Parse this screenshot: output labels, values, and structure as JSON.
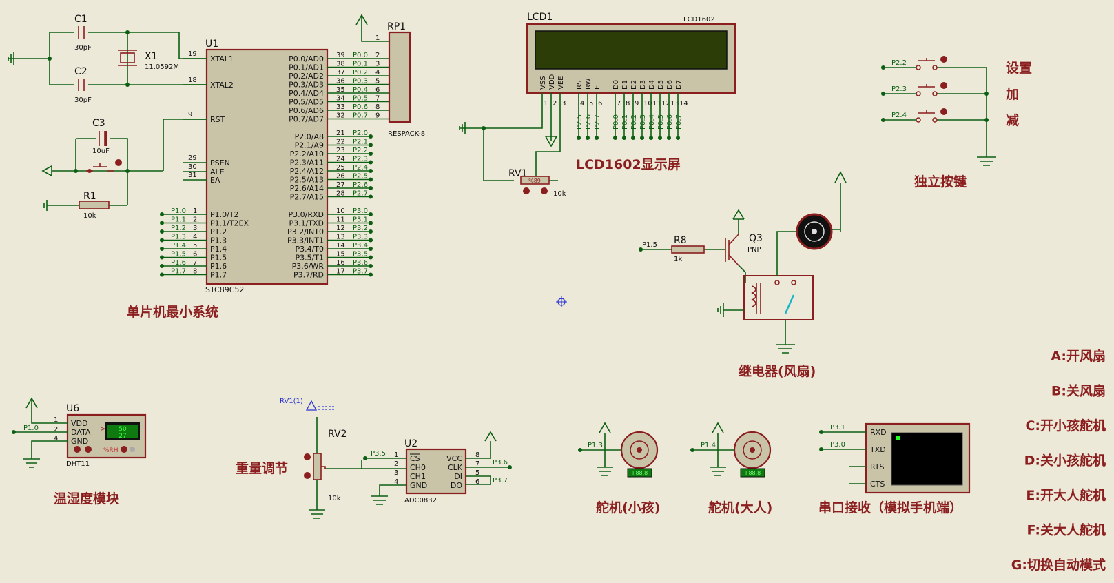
{
  "mcu": {
    "ref": "U1",
    "part": "STC89C52",
    "caption": "单片机最小系统",
    "left_pins": [
      {
        "num": "19",
        "name": "XTAL1"
      },
      {
        "num": "18",
        "name": "XTAL2"
      },
      {
        "num": "9",
        "name": "RST"
      },
      {
        "num": "29",
        "name": "PSEN"
      },
      {
        "num": "30",
        "name": "ALE"
      },
      {
        "num": "31",
        "name": "EA"
      }
    ],
    "p1_pins": [
      {
        "num": "1",
        "name": "P1.0/T2",
        "net": "P1.0"
      },
      {
        "num": "2",
        "name": "P1.1/T2EX",
        "net": "P1.1"
      },
      {
        "num": "3",
        "name": "P1.2",
        "net": "P1.2"
      },
      {
        "num": "4",
        "name": "P1.3",
        "net": "P1.3"
      },
      {
        "num": "5",
        "name": "P1.4",
        "net": "P1.4"
      },
      {
        "num": "6",
        "name": "P1.5",
        "net": "P1.5"
      },
      {
        "num": "7",
        "name": "P1.6",
        "net": "P1.6"
      },
      {
        "num": "8",
        "name": "P1.7",
        "net": "P1.7"
      }
    ],
    "p0_pins": [
      {
        "num": "39",
        "name": "P0.0/AD0",
        "net": "P0.0"
      },
      {
        "num": "38",
        "name": "P0.1/AD1",
        "net": "P0.1"
      },
      {
        "num": "37",
        "name": "P0.2/AD2",
        "net": "P0.2"
      },
      {
        "num": "36",
        "name": "P0.3/AD3",
        "net": "P0.3"
      },
      {
        "num": "35",
        "name": "P0.4/AD4",
        "net": "P0.4"
      },
      {
        "num": "34",
        "name": "P0.5/AD5",
        "net": "P0.5"
      },
      {
        "num": "33",
        "name": "P0.6/AD6",
        "net": "P0.6"
      },
      {
        "num": "32",
        "name": "P0.7/AD7",
        "net": "P0.7"
      }
    ],
    "p2_pins": [
      {
        "num": "21",
        "name": "P2.0/A8",
        "net": "P2.0"
      },
      {
        "num": "22",
        "name": "P2.1/A9",
        "net": "P2.1"
      },
      {
        "num": "23",
        "name": "P2.2/A10",
        "net": "P2.2"
      },
      {
        "num": "24",
        "name": "P2.3/A11",
        "net": "P2.3"
      },
      {
        "num": "25",
        "name": "P2.4/A12",
        "net": "P2.4"
      },
      {
        "num": "26",
        "name": "P2.5/A13",
        "net": "P2.5"
      },
      {
        "num": "27",
        "name": "P2.6/A14",
        "net": "P2.6"
      },
      {
        "num": "28",
        "name": "P2.7/A15",
        "net": "P2.7"
      }
    ],
    "p3_pins": [
      {
        "num": "10",
        "name": "P3.0/RXD",
        "net": "P3.0"
      },
      {
        "num": "11",
        "name": "P3.1/TXD",
        "net": "P3.1"
      },
      {
        "num": "12",
        "name": "P3.2/INT0",
        "net": "P3.2"
      },
      {
        "num": "13",
        "name": "P3.3/INT1",
        "net": "P3.3"
      },
      {
        "num": "14",
        "name": "P3.4/T0",
        "net": "P3.4"
      },
      {
        "num": "15",
        "name": "P3.5/T1",
        "net": "P3.5"
      },
      {
        "num": "16",
        "name": "P3.6/WR",
        "net": "P3.6"
      },
      {
        "num": "17",
        "name": "P3.7/RD",
        "net": "P3.7"
      }
    ]
  },
  "clock": {
    "c1": {
      "ref": "C1",
      "value": "30pF"
    },
    "c2": {
      "ref": "C2",
      "value": "30pF"
    },
    "x1": {
      "ref": "X1",
      "value": "11.0592M"
    }
  },
  "reset": {
    "c3": {
      "ref": "C3",
      "value": "10uF"
    },
    "r1": {
      "ref": "R1",
      "value": "10k"
    }
  },
  "respack": {
    "ref": "RP1",
    "part": "RESPACK-8",
    "pin_common": "1",
    "pins": [
      "2",
      "3",
      "4",
      "5",
      "6",
      "7",
      "8",
      "9"
    ]
  },
  "lcd": {
    "ref": "LCD1",
    "part": "LCD1602",
    "caption": "LCD1602显示屏",
    "pin_names": [
      "VSS",
      "VDD",
      "VEE",
      "RS",
      "RW",
      "E",
      "D0",
      "D1",
      "D2",
      "D3",
      "D4",
      "D5",
      "D6",
      "D7"
    ],
    "pin_nums": [
      "1",
      "2",
      "3",
      "4",
      "5",
      "6",
      "7",
      "8",
      "9",
      "10",
      "11",
      "12",
      "13",
      "14"
    ],
    "nets": [
      "P2.5",
      "P2.6",
      "P2.7",
      "P0.0",
      "P0.1",
      "P0.2",
      "P0.3",
      "P0.4",
      "P0.5",
      "P0.6",
      "P0.7"
    ]
  },
  "rv1": {
    "ref": "RV1",
    "value": "10k",
    "display": "%89"
  },
  "keys": {
    "caption": "独立按键",
    "nets": [
      "P2.2",
      "P2.3",
      "P2.4"
    ],
    "labels": [
      "设置",
      "加",
      "减"
    ]
  },
  "relay": {
    "caption": "继电器(风扇)",
    "r8": {
      "ref": "R8",
      "value": "1k",
      "net": "P1.5"
    },
    "q3": {
      "ref": "Q3",
      "type": "PNP"
    }
  },
  "dht": {
    "ref": "U6",
    "part": "DHT11",
    "pins": [
      {
        "num": "1",
        "name": "VDD"
      },
      {
        "num": "2",
        "name": "DATA"
      },
      {
        "num": "4",
        "name": "GND"
      }
    ],
    "net": "P1.0",
    "display_top": "50",
    "display_bottom": "27",
    "unit": "%RH",
    "caption": "温湿度模块"
  },
  "weight": {
    "probe": "RV1(1)",
    "ref": "RV2",
    "value": "10k",
    "caption": "重量调节"
  },
  "adc": {
    "ref": "U2",
    "part": "ADC0832",
    "left_pins": [
      {
        "num": "1",
        "name": "CS"
      },
      {
        "num": "2",
        "name": "CH0"
      },
      {
        "num": "3",
        "name": "CH1"
      },
      {
        "num": "4",
        "name": "GND"
      }
    ],
    "right_pins": [
      {
        "num": "8",
        "name": "VCC"
      },
      {
        "num": "7",
        "name": "CLK"
      },
      {
        "num": "5",
        "name": "DI"
      },
      {
        "num": "6",
        "name": "DO"
      }
    ],
    "nets": {
      "cs": "P3.5",
      "clk": "P3.6",
      "do": "P3.7"
    }
  },
  "servos": [
    {
      "net": "P1.3",
      "caption": "舵机(小孩)",
      "readout": "+88.8"
    },
    {
      "net": "P1.4",
      "caption": "舵机(大人)",
      "readout": "+88.8"
    }
  ],
  "terminal": {
    "caption": "串口接收（模拟手机端）",
    "pins": [
      "RXD",
      "TXD",
      "RTS",
      "CTS"
    ],
    "nets": [
      "P3.1",
      "P3.0"
    ]
  },
  "commands": [
    "A:开风扇",
    "B:关风扇",
    "C:开小孩舵机",
    "D:关小孩舵机",
    "E:开大人舵机",
    "F:关大人舵机",
    "G:切换自动模式"
  ],
  "colors": {
    "background": "#ece9d8",
    "wire": "#0b5f12",
    "component": "#8b1e1e",
    "body": "#c9c3a8",
    "lcd_screen": "#2c3d08"
  }
}
